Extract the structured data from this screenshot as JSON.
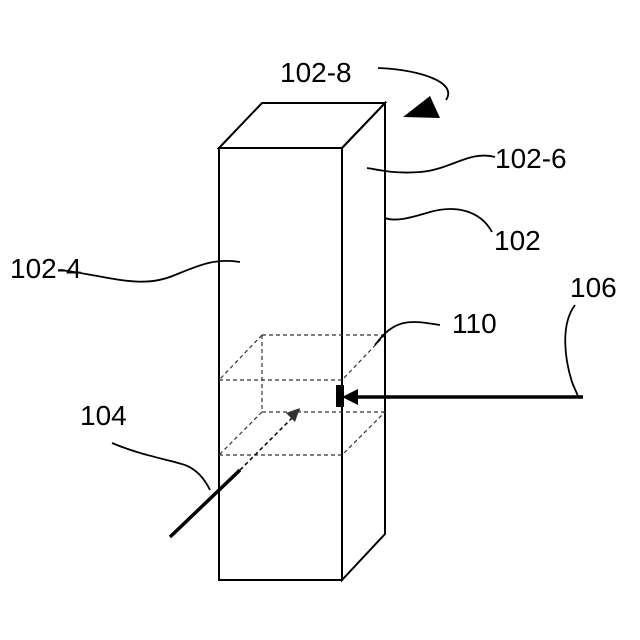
{
  "labels": {
    "top_face": "102-8",
    "side_face": "102-6",
    "body": "102",
    "front_face": "102-4",
    "beam_in": "104",
    "beam_out": "106",
    "feature": "110"
  },
  "colors": {
    "stroke": "#000000",
    "front_fill": "#c9c9c9",
    "side_fill": "#8a8a8a",
    "top_fill": "#6e6e6e"
  }
}
